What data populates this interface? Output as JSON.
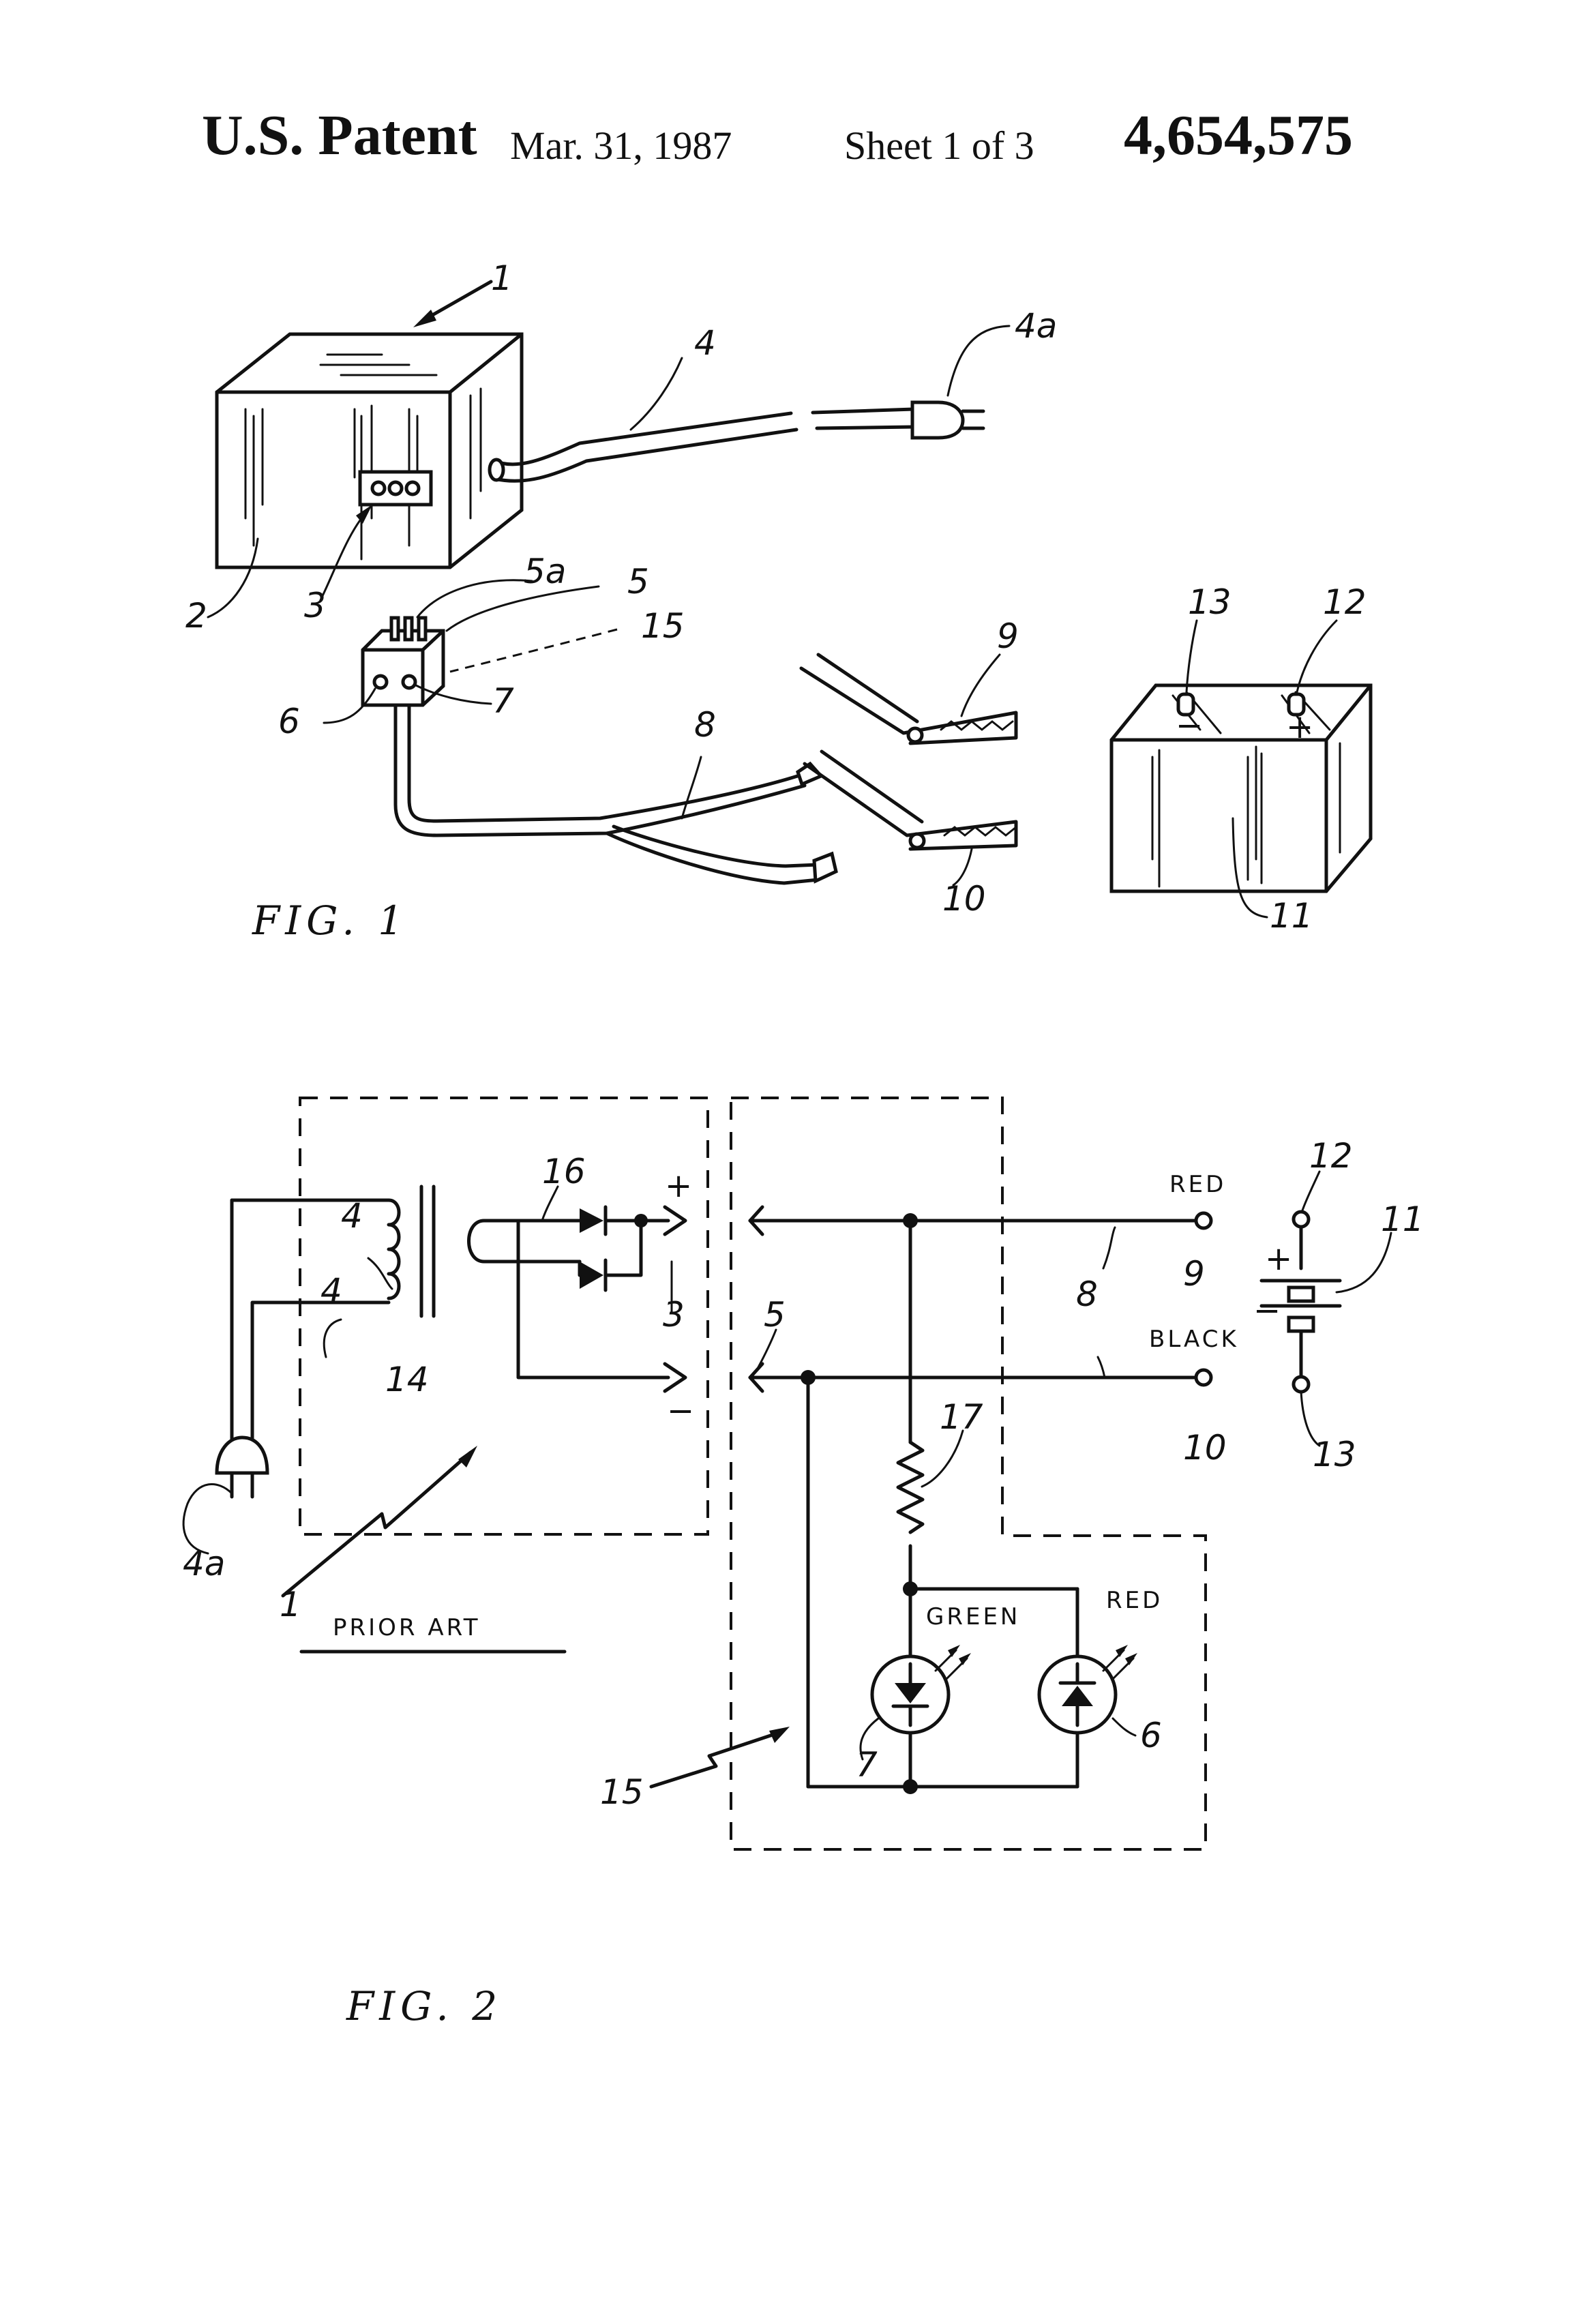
{
  "header": {
    "title": "U.S. Patent",
    "date": "Mar. 31, 1987",
    "sheet": "Sheet 1 of 3",
    "patent_number": "4,654,575"
  },
  "figure1": {
    "caption": "FIG. 1",
    "refs": {
      "r1": "1",
      "r2": "2",
      "r3": "3",
      "r4": "4",
      "r4a": "4a",
      "r5": "5",
      "r5a": "5a",
      "r6": "6",
      "r7": "7",
      "r8": "8",
      "r9": "9",
      "r10": "10",
      "r11": "11",
      "r12": "12",
      "r13": "13",
      "r15": "15"
    },
    "terminal_minus": "−",
    "terminal_plus": "+"
  },
  "figure2": {
    "caption": "FIG. 2",
    "prior_art": "PRIOR ART",
    "labels": {
      "red_top": "RED",
      "black": "BLACK",
      "green": "GREEN",
      "red_led": "RED"
    },
    "signs": {
      "plus_charger": "+",
      "minus_charger": "−",
      "plus_battery": "+",
      "minus_battery": "−"
    },
    "refs": {
      "r1": "1",
      "r3": "3",
      "r4": "4",
      "r4a": "4a",
      "r5": "5",
      "r6": "6",
      "r7": "7",
      "r8": "8",
      "r9": "9",
      "r10": "10",
      "r11": "11",
      "r12": "12",
      "r13": "13",
      "r14": "14",
      "r15": "15",
      "r16": "16",
      "r17": "17"
    }
  }
}
